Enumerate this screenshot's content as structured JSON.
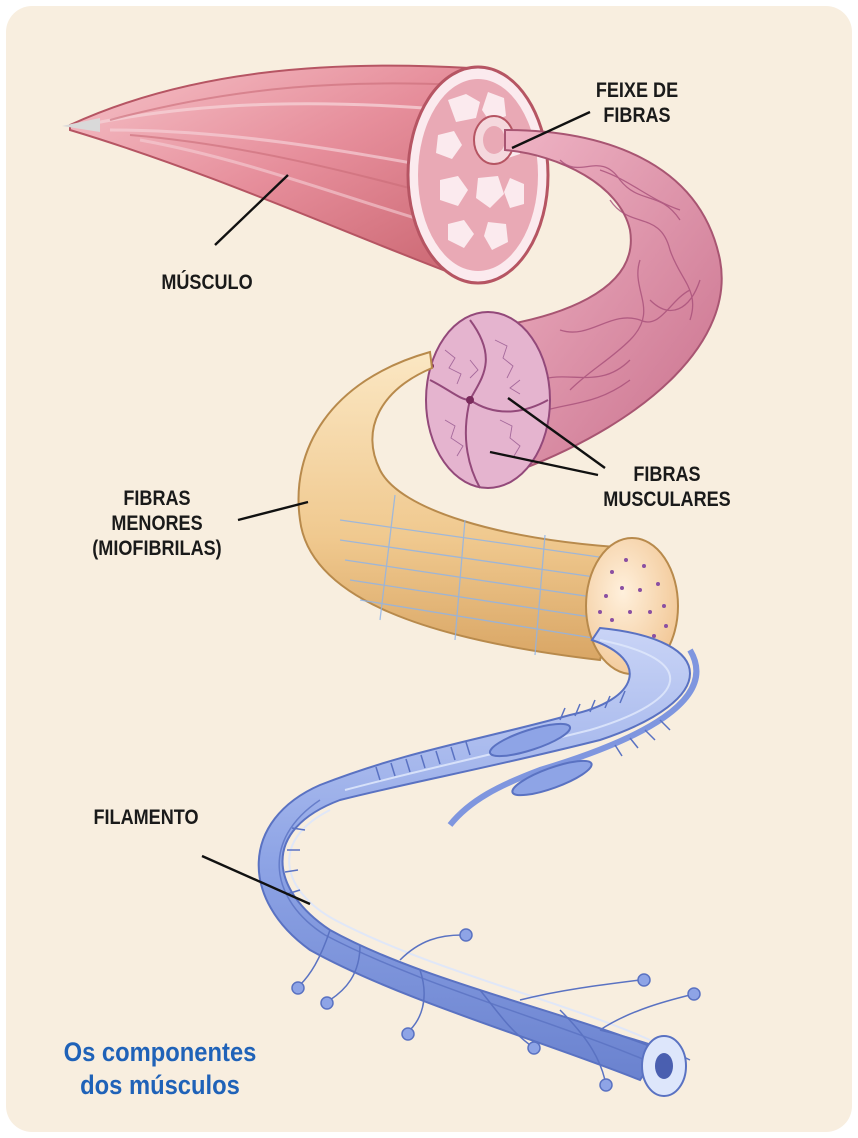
{
  "labels": {
    "feixe": [
      "FEIXE DE",
      "FIBRAS"
    ],
    "musculo": "MÚSCULO",
    "fibras_musculares": [
      "FIBRAS",
      "MUSCULARES"
    ],
    "fibras_menores": [
      "FIBRAS",
      "MENORES",
      "(MIOFIBRILAS)"
    ],
    "filamento": "FILAMENTO"
  },
  "caption": [
    "Os componentes",
    "dos músculos"
  ],
  "colors": {
    "background": "#f8eedf",
    "muscle": "#e79aa4",
    "fiber": "#d58aa6",
    "myofibril": "#f2cf96",
    "filament": "#8ea4e6",
    "caption": "#1f62b8"
  }
}
